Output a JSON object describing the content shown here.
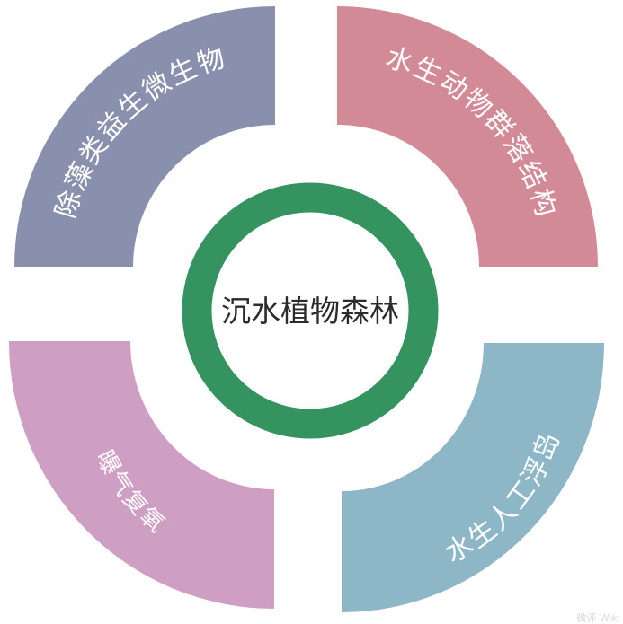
{
  "diagram": {
    "center": {
      "label": "沉水植物森林",
      "ring_color": "#35935f",
      "text_color": "#2b2b2b"
    },
    "quadrants": [
      {
        "position": "top-left",
        "label": "除藻类益生微生物",
        "color": "#8890ad"
      },
      {
        "position": "top-right",
        "label": "水生动物群落结构",
        "color": "#d28a96"
      },
      {
        "position": "bottom-left",
        "label": "曝气复氧",
        "color": "#cf9ec3"
      },
      {
        "position": "bottom-right",
        "label": "水生人工浮岛",
        "color": "#8db6c7"
      }
    ],
    "watermark": "微评 Wiki"
  }
}
